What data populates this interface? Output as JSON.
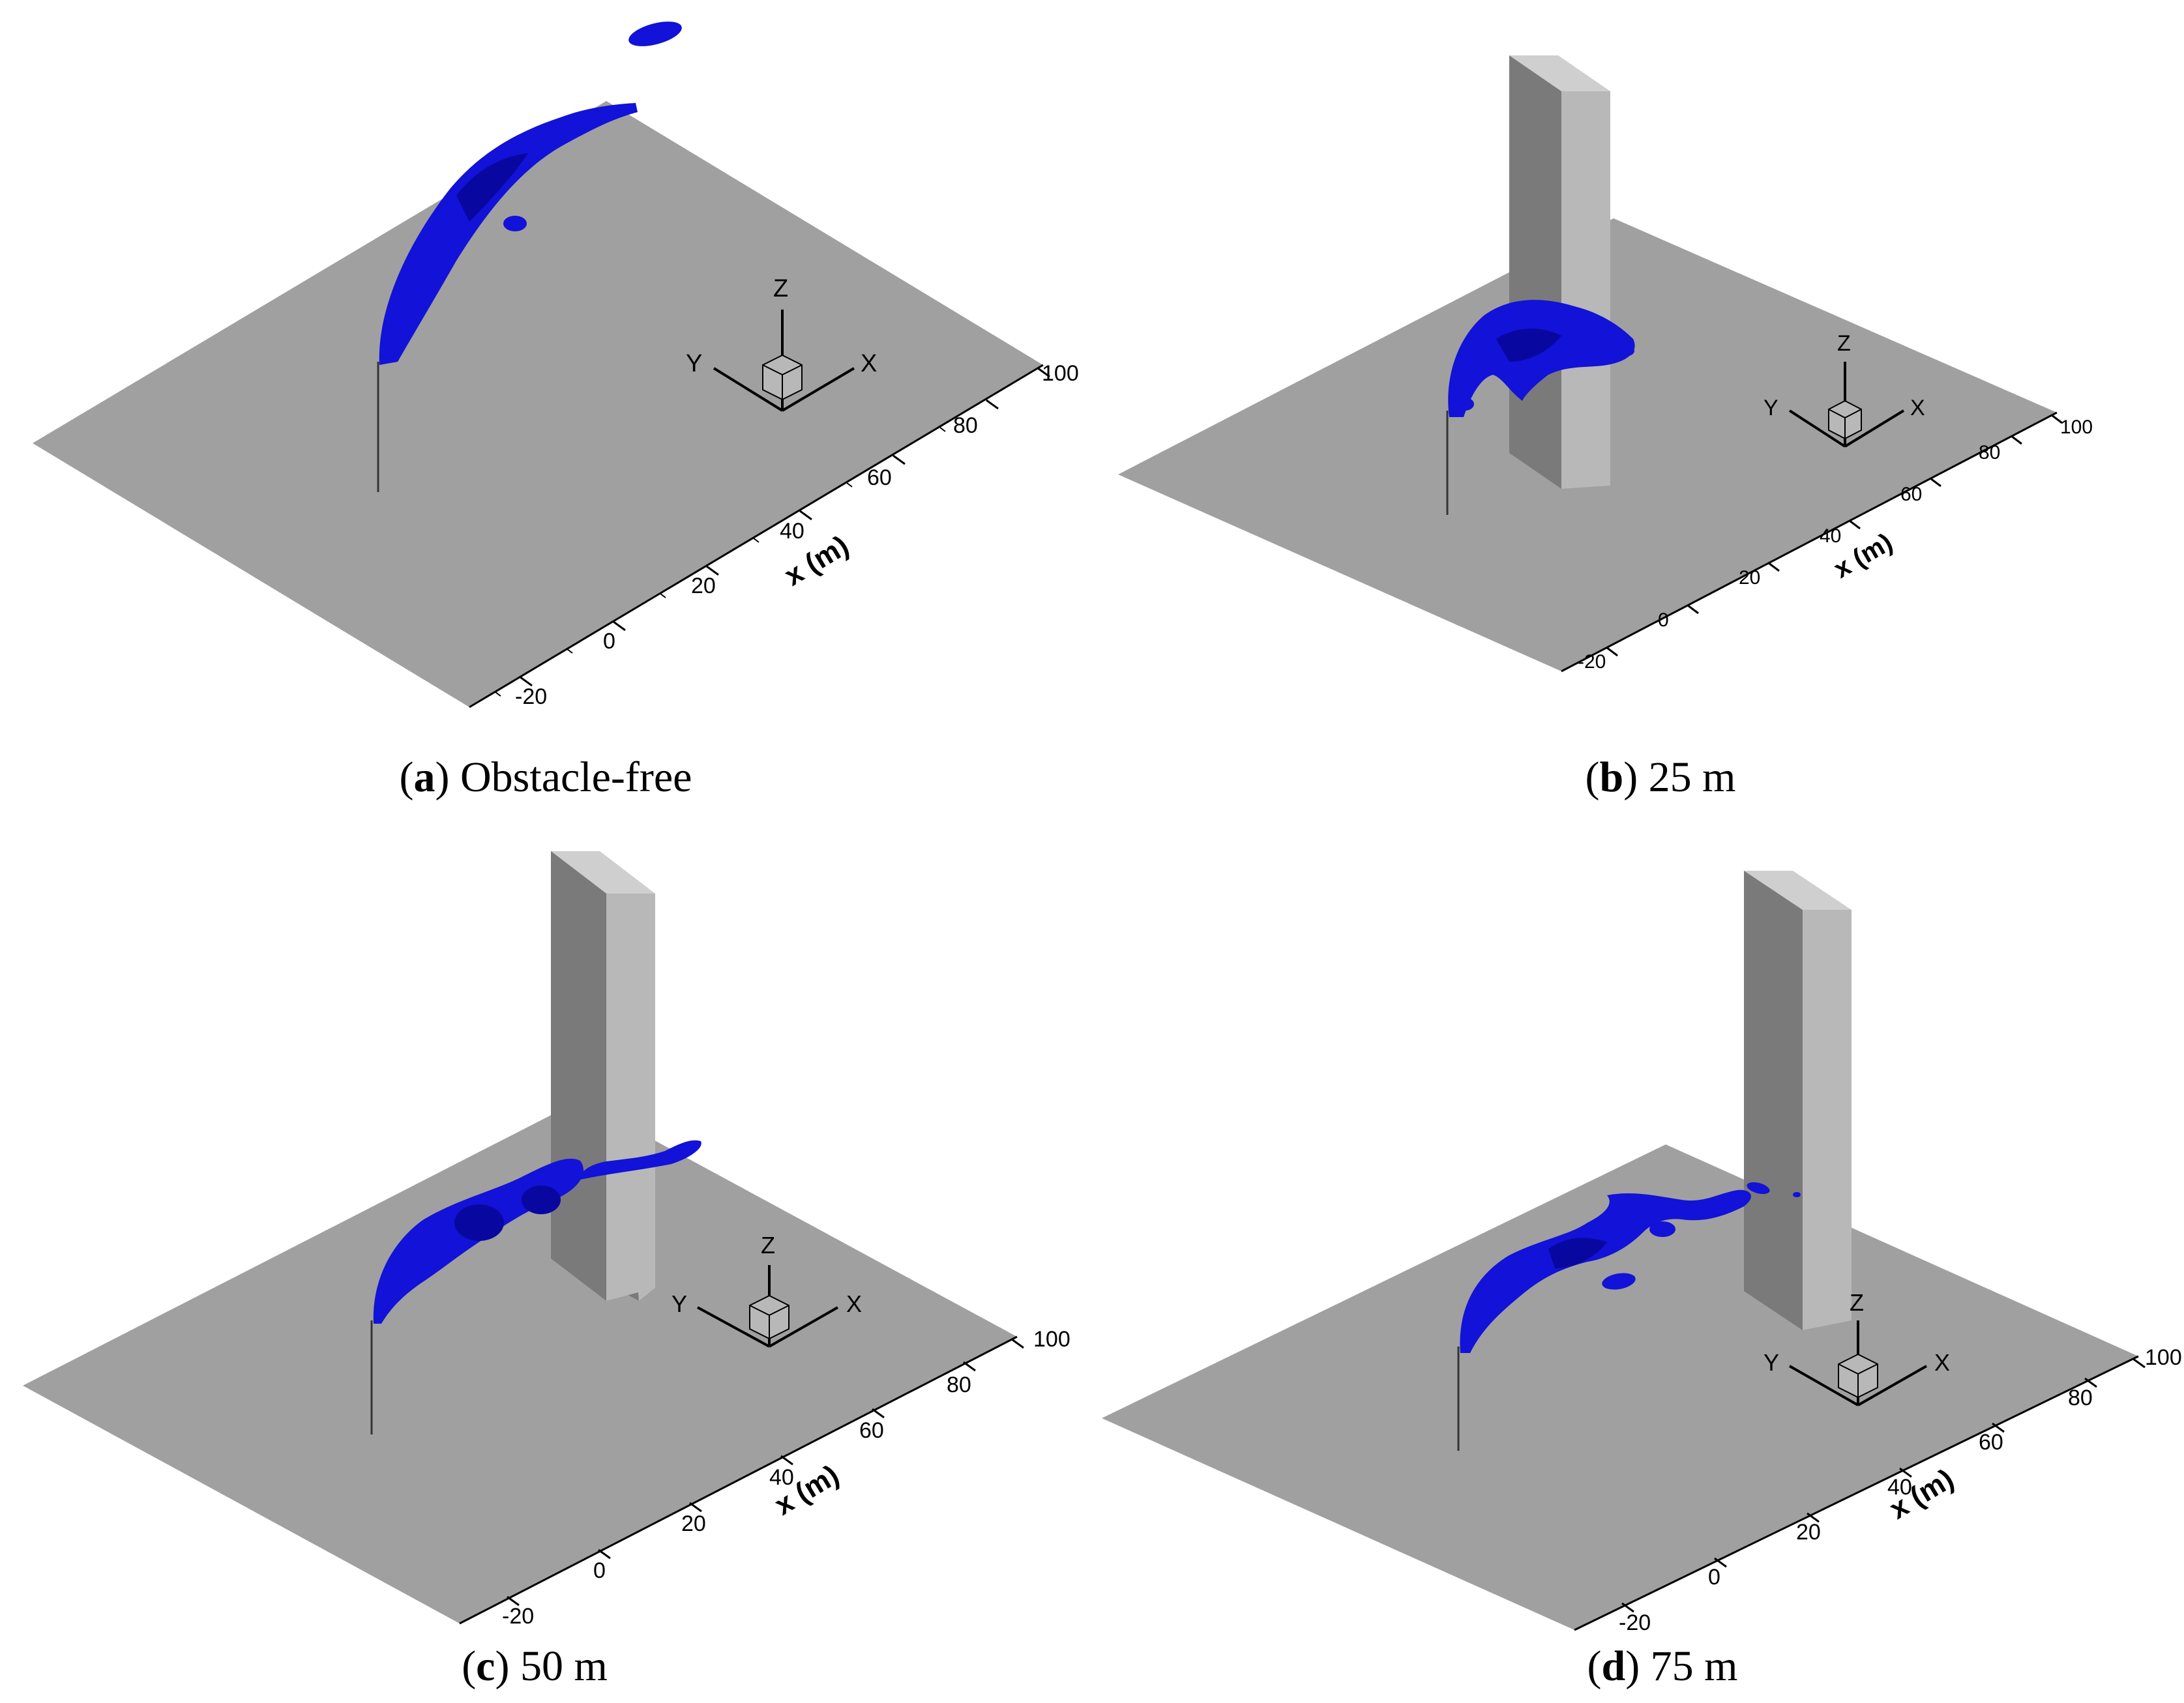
{
  "colors": {
    "ground": "#a0a0a0",
    "plume": "#1212d8",
    "plume_dark": "#0808a0",
    "obstacle_front": "#7a7a7a",
    "obstacle_side": "#b8b8b8",
    "obstacle_top": "#cfcfcf",
    "line": "#000000"
  },
  "axis": {
    "title": "x (m)",
    "ticks": [
      "-20",
      "0",
      "20",
      "40",
      "60",
      "80",
      "100"
    ]
  },
  "triad": {
    "x": "X",
    "y": "Y",
    "z": "Z"
  },
  "panels": [
    {
      "letter": "a",
      "caption": ") Obstacle-free",
      "obstacle": false
    },
    {
      "letter": "b",
      "caption": ") 25 m",
      "obstacle": true
    },
    {
      "letter": "c",
      "caption": ") 50 m",
      "obstacle": true
    },
    {
      "letter": "d",
      "caption": ") 75 m",
      "obstacle": true
    }
  ]
}
